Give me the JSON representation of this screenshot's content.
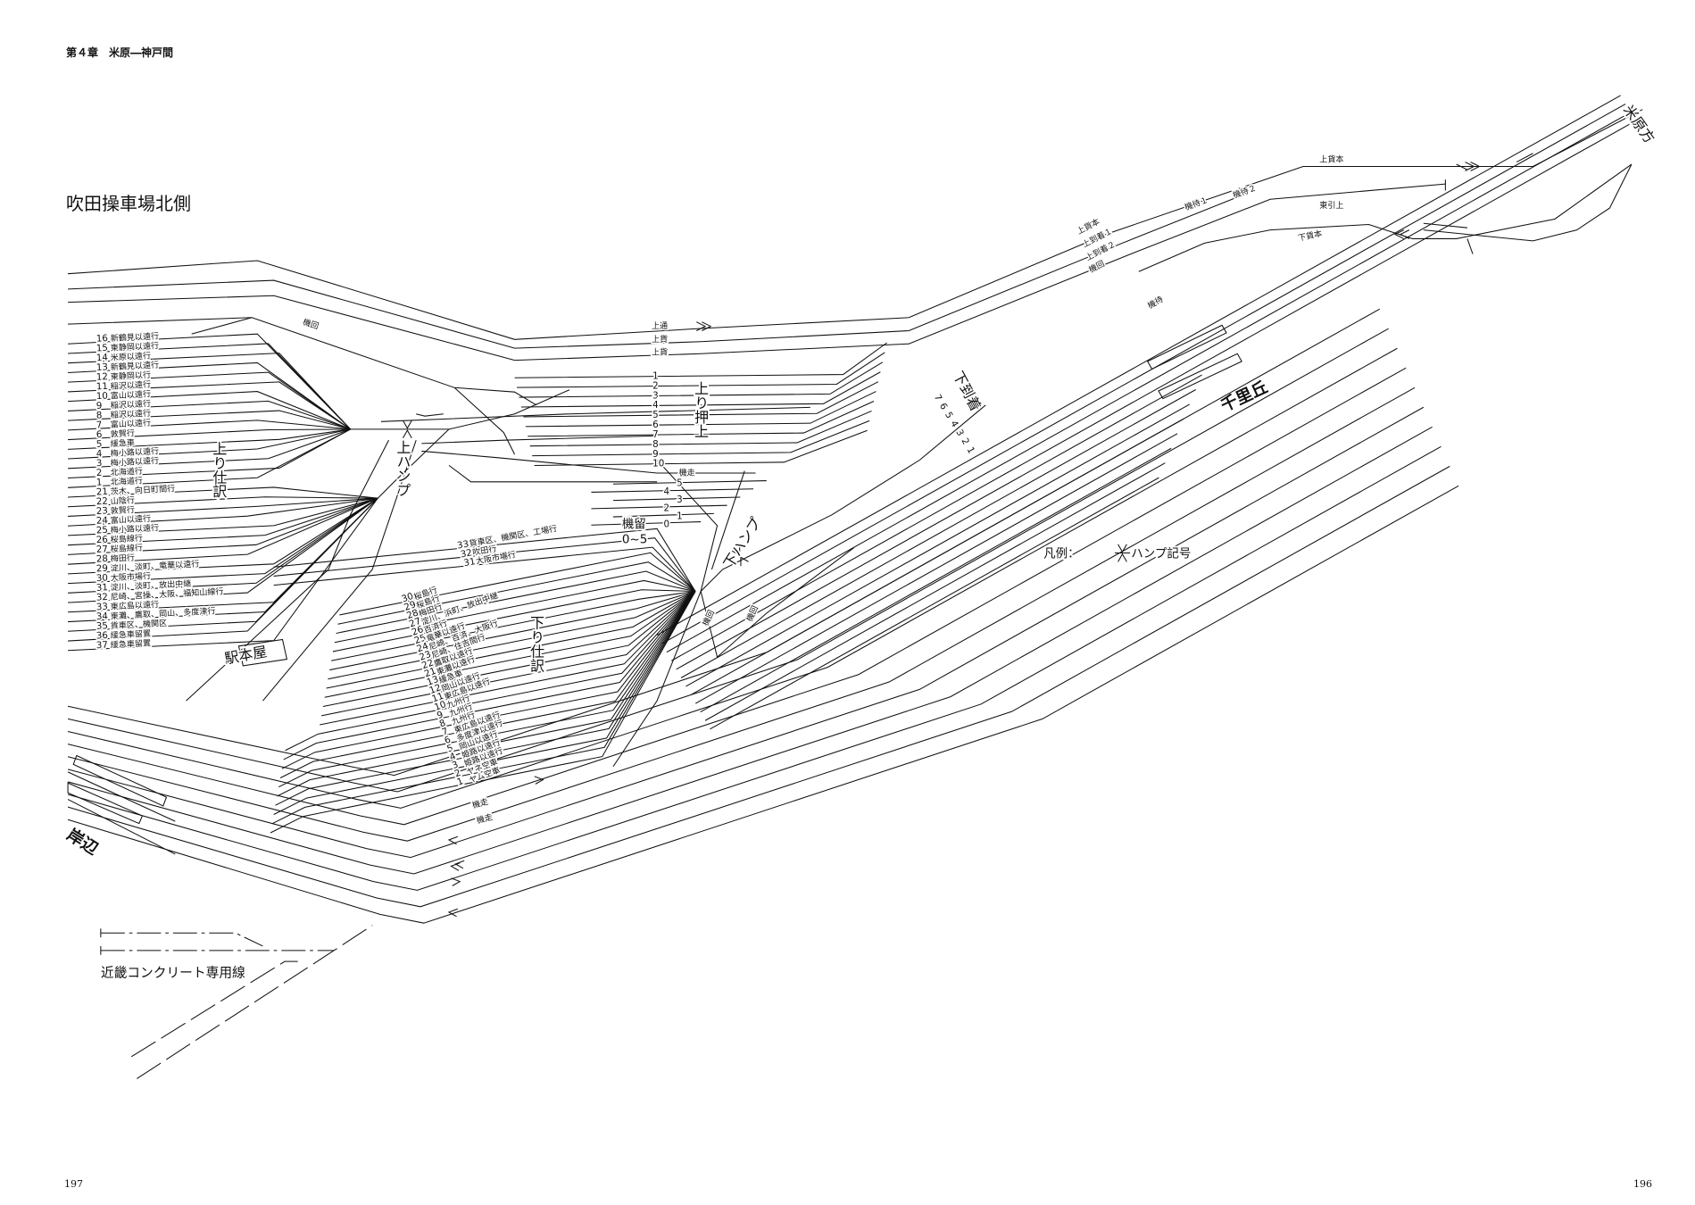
{
  "header": {
    "chapter": "第４章　米原―神戸間",
    "title": "吹田操車場北側",
    "page_left": "197",
    "page_right": "196"
  },
  "stations": {
    "senrioka": "千里丘",
    "kishibe": "岸辺",
    "station_building": "駅本屋"
  },
  "direction": "米原方",
  "siding": "近畿コンクリート専用線",
  "legend": {
    "label": "凡例：",
    "hump": "ハンプ記号"
  },
  "areas": {
    "up_hump": "上ハンプ",
    "down_hump": "下ハンプ",
    "up_sort": "上り仕訳",
    "down_sort": "下り仕訳",
    "up_push": "上り押上",
    "down_arrival": "下到着",
    "loco_stabling": "機留",
    "loco_stabling_range": "0~5"
  },
  "track_names": {
    "up_freight_main_top": "上貨本",
    "up_freight_main": "上貨本",
    "up_arrival_1": "上到着１",
    "up_arrival_2": "上到着２",
    "loco_return_top": "機回",
    "loco_wait_1": "機待１",
    "loco_wait_2": "機待２",
    "east_pull": "東引上",
    "down_freight_main": "下貨本",
    "loco_wait": "機待",
    "up_through": "上通",
    "up_freight_1": "上貨",
    "up_freight_2": "上貨",
    "loco_return_left": "機回",
    "loco_run_mid": "機走",
    "loco_run_1": "機走",
    "loco_run_2": "機走",
    "loco_return_a": "機回",
    "loco_return_b": "機回"
  },
  "up_sort_tracks": [
    {
      "no": "16",
      "dest": "新鶴見以遠行"
    },
    {
      "no": "15",
      "dest": "東静岡以遠行"
    },
    {
      "no": "14",
      "dest": "米原以遠行"
    },
    {
      "no": "13",
      "dest": "新鶴見以遠行"
    },
    {
      "no": "12",
      "dest": "東静岡以行"
    },
    {
      "no": "11",
      "dest": "稲沢以遠行"
    },
    {
      "no": "10",
      "dest": "富山以遠行"
    },
    {
      "no": "9",
      "dest": "稲沢以遠行"
    },
    {
      "no": "8",
      "dest": "稲沢以遠行"
    },
    {
      "no": "7",
      "dest": "富山以遠行"
    },
    {
      "no": "6",
      "dest": "敦賀行"
    },
    {
      "no": "5",
      "dest": "緩急車"
    },
    {
      "no": "4",
      "dest": "梅小路以遠行"
    },
    {
      "no": "3",
      "dest": "梅小路以遠行"
    },
    {
      "no": "2",
      "dest": "北海道行"
    },
    {
      "no": "1",
      "dest": "北海道行"
    },
    {
      "no": "21",
      "dest": "茨木、向日町間行"
    },
    {
      "no": "22",
      "dest": "山陰行"
    },
    {
      "no": "23",
      "dest": "敦賀行"
    },
    {
      "no": "24",
      "dest": "富山以遠行"
    },
    {
      "no": "25",
      "dest": "梅小路以遠行"
    },
    {
      "no": "26",
      "dest": "桜島線行"
    },
    {
      "no": "27",
      "dest": "桜島線行"
    },
    {
      "no": "28",
      "dest": "梅田行"
    },
    {
      "no": "29",
      "dest": "淀川、淡町、竜華以遠行"
    },
    {
      "no": "30",
      "dest": "大阪市場行"
    },
    {
      "no": "31",
      "dest": "淀川、淡町、放出中継"
    },
    {
      "no": "32",
      "dest": "尼崎、宮操、大阪、福知山線行"
    },
    {
      "no": "33",
      "dest": "東広島以遠行"
    },
    {
      "no": "34",
      "dest": "東灘、鷹取、岡山、多度津行"
    },
    {
      "no": "35",
      "dest": "貨車区、機関区"
    },
    {
      "no": "36",
      "dest": "緩急車留置"
    },
    {
      "no": "37",
      "dest": "緩急車留置"
    }
  ],
  "down_sort_tracks": [
    {
      "no": "33",
      "dest": "貨車区、機関区、工場行"
    },
    {
      "no": "32",
      "dest": "吹田行"
    },
    {
      "no": "31",
      "dest": "大阪市場行"
    },
    {
      "no": "30",
      "dest": "桜島行"
    },
    {
      "no": "29",
      "dest": "桜島行"
    },
    {
      "no": "28",
      "dest": "梅田行"
    },
    {
      "no": "27",
      "dest": "淀川、浜町、放出中継"
    },
    {
      "no": "26",
      "dest": "百済行"
    },
    {
      "no": "25",
      "dest": "竜華以遠行"
    },
    {
      "no": "24",
      "dest": "尼崎、百済、大阪行"
    },
    {
      "no": "23",
      "dest": "尼崎、住吉間行"
    },
    {
      "no": "22",
      "dest": "鷹取以遠行"
    },
    {
      "no": "21",
      "dest": "東灘以遠行"
    },
    {
      "no": "13",
      "dest": "緩急車"
    },
    {
      "no": "12",
      "dest": "岡山以遠行"
    },
    {
      "no": "11",
      "dest": "東広島以遠行"
    },
    {
      "no": "10",
      "dest": "九州行"
    },
    {
      "no": "9",
      "dest": "九州行"
    },
    {
      "no": "8",
      "dest": "九州行"
    },
    {
      "no": "7",
      "dest": "東広島以遠行"
    },
    {
      "no": "6",
      "dest": "多度津以遠行"
    },
    {
      "no": "5",
      "dest": "岡山以遠行"
    },
    {
      "no": "4",
      "dest": "姫路以遠行"
    },
    {
      "no": "3",
      "dest": "姫路以遠行"
    },
    {
      "no": "2",
      "dest": "ヤネ空車"
    },
    {
      "no": "1",
      "dest": "ヤム空車"
    }
  ],
  "up_push_tracks": [
    "1",
    "2",
    "3",
    "4",
    "5",
    "6",
    "7",
    "8",
    "9",
    "10"
  ],
  "loco_stabling_tracks": [
    "5",
    "4",
    "3",
    "2",
    "1",
    "0"
  ],
  "down_arrival_tracks": [
    "7",
    "6",
    "5",
    "4",
    "3",
    "2",
    "1"
  ]
}
